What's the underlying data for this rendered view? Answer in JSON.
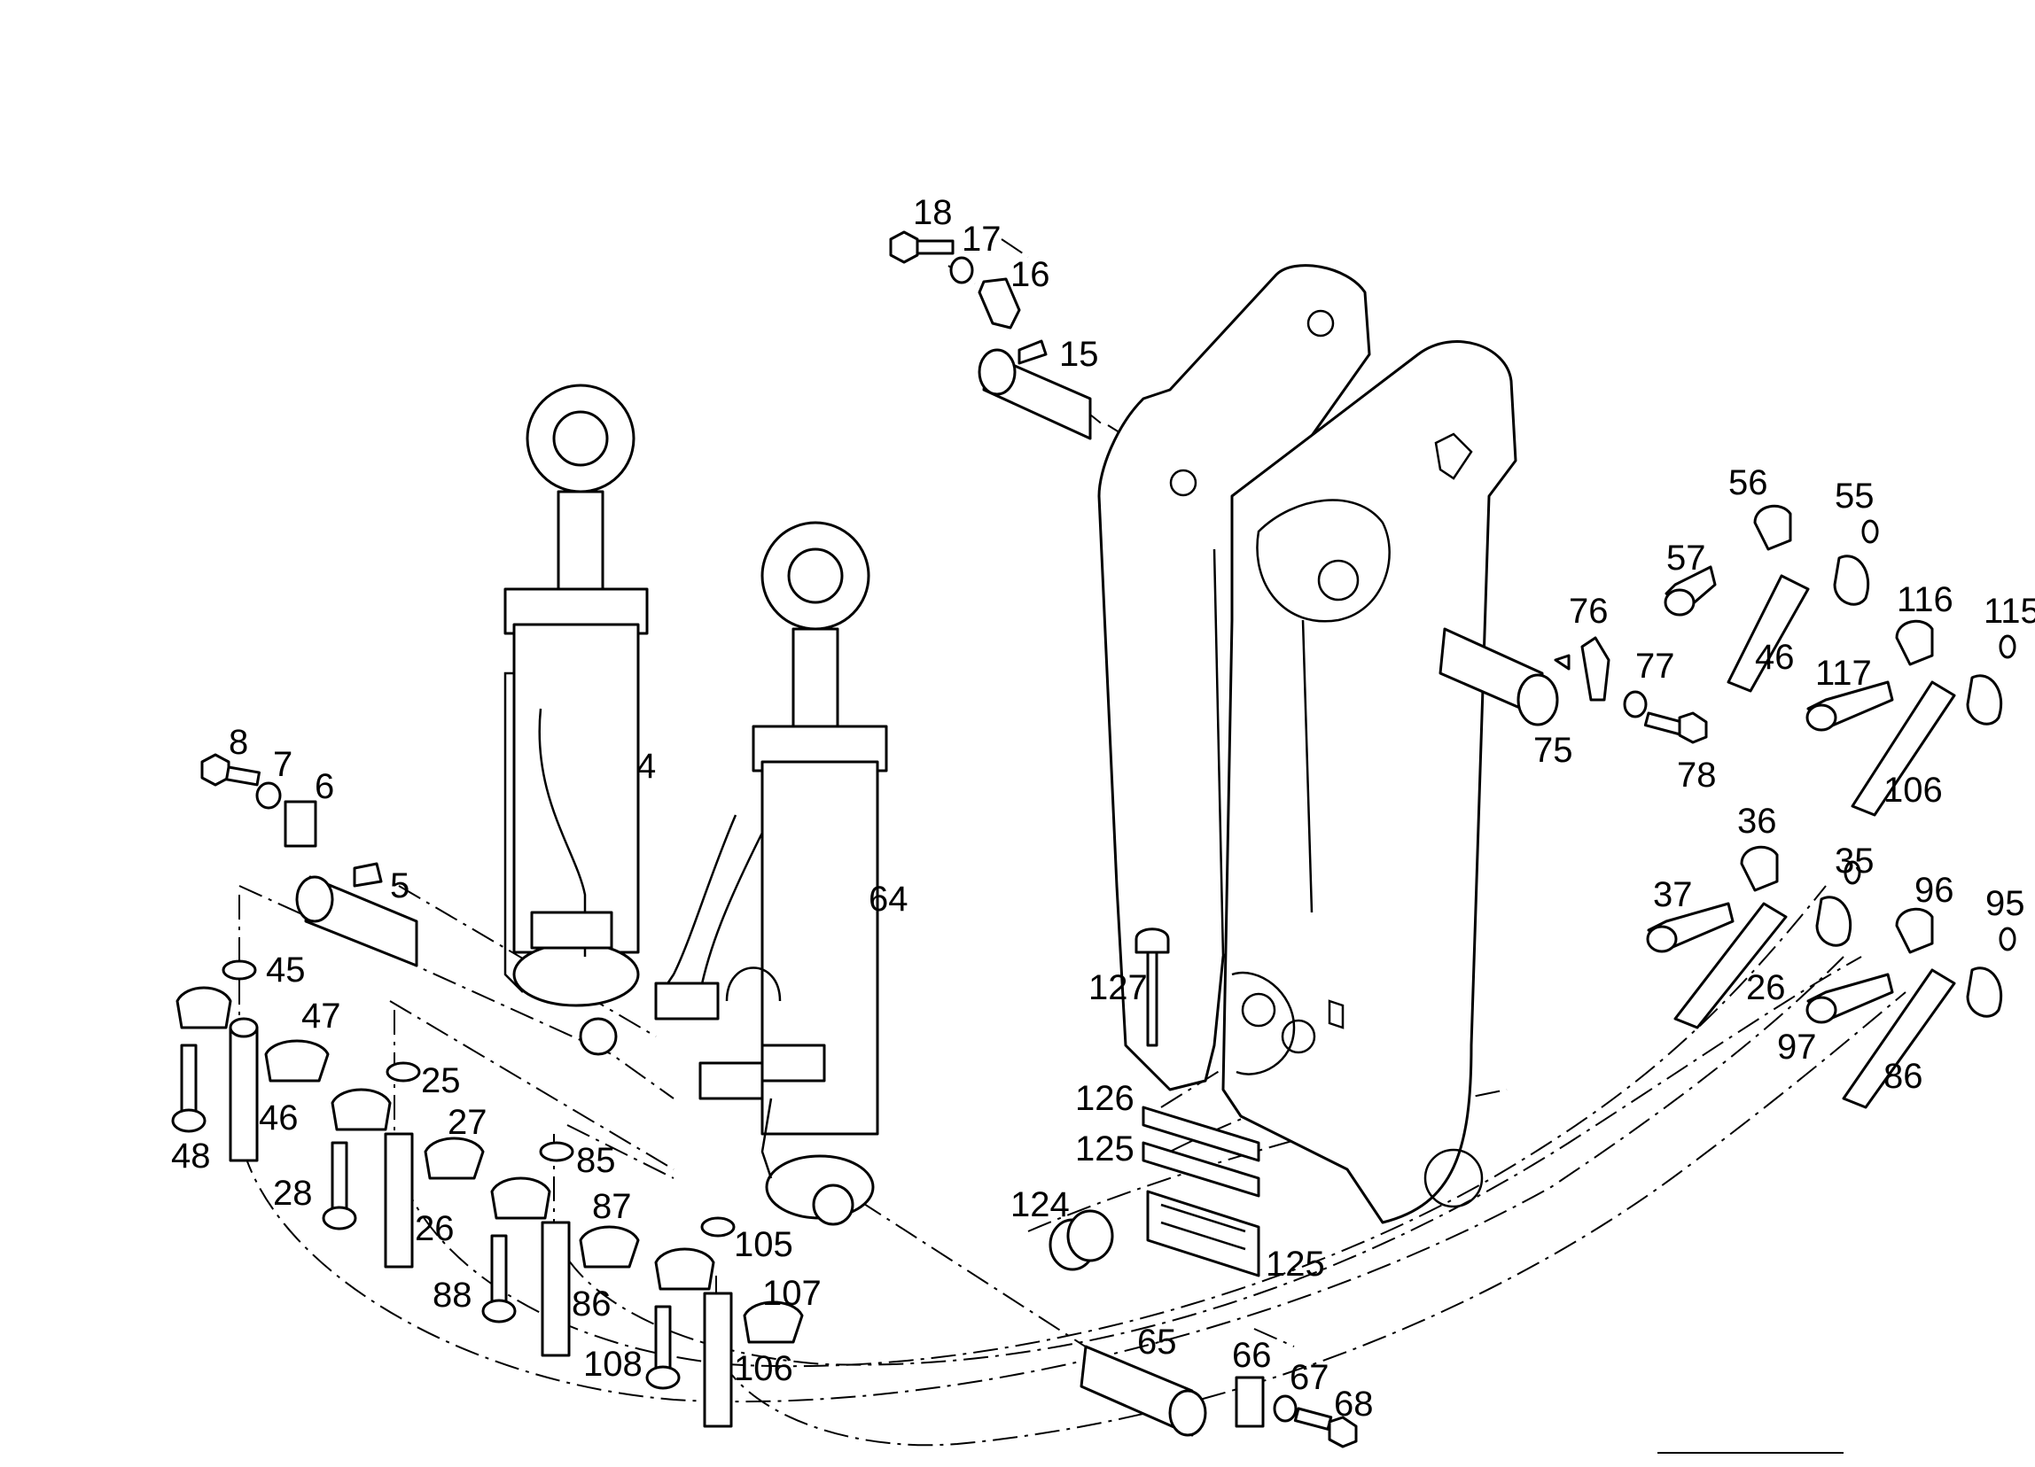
{
  "callouts": {
    "c4": "4",
    "c5": "5",
    "c6": "6",
    "c7": "7",
    "c8": "8",
    "c15": "15",
    "c16": "16",
    "c17": "17",
    "c18": "18",
    "c25": "25",
    "c26a": "26",
    "c26b": "26",
    "c27": "27",
    "c28": "28",
    "c35": "35",
    "c36": "36",
    "c37": "37",
    "c45": "45",
    "c46a": "46",
    "c46b": "46",
    "c47": "47",
    "c48": "48",
    "c55": "55",
    "c56": "56",
    "c57": "57",
    "c64": "64",
    "c65": "65",
    "c66": "66",
    "c67": "67",
    "c68": "68",
    "c75": "75",
    "c76": "76",
    "c77": "77",
    "c78": "78",
    "c85": "85",
    "c86a": "86",
    "c86b": "86",
    "c87": "87",
    "c88": "88",
    "c95": "95",
    "c96": "96",
    "c97": "97",
    "c105": "105",
    "c106a": "106",
    "c106b": "106",
    "c107": "107",
    "c108": "108",
    "c115": "115",
    "c116": "116",
    "c117": "117",
    "c124": "124",
    "c125a": "125",
    "c125b": "125",
    "c126": "126",
    "c127": "127"
  }
}
